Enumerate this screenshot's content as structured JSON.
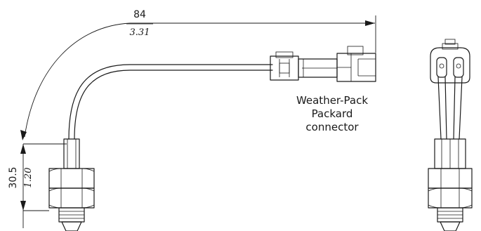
{
  "dimensions": {
    "horizontal": {
      "mm": "84",
      "inch": "3.31"
    },
    "vertical": {
      "mm": "30.5",
      "inch": "1.20"
    }
  },
  "connector_label": {
    "line1": "Weather-Pack",
    "line2": "Packard",
    "line3": "connector"
  }
}
